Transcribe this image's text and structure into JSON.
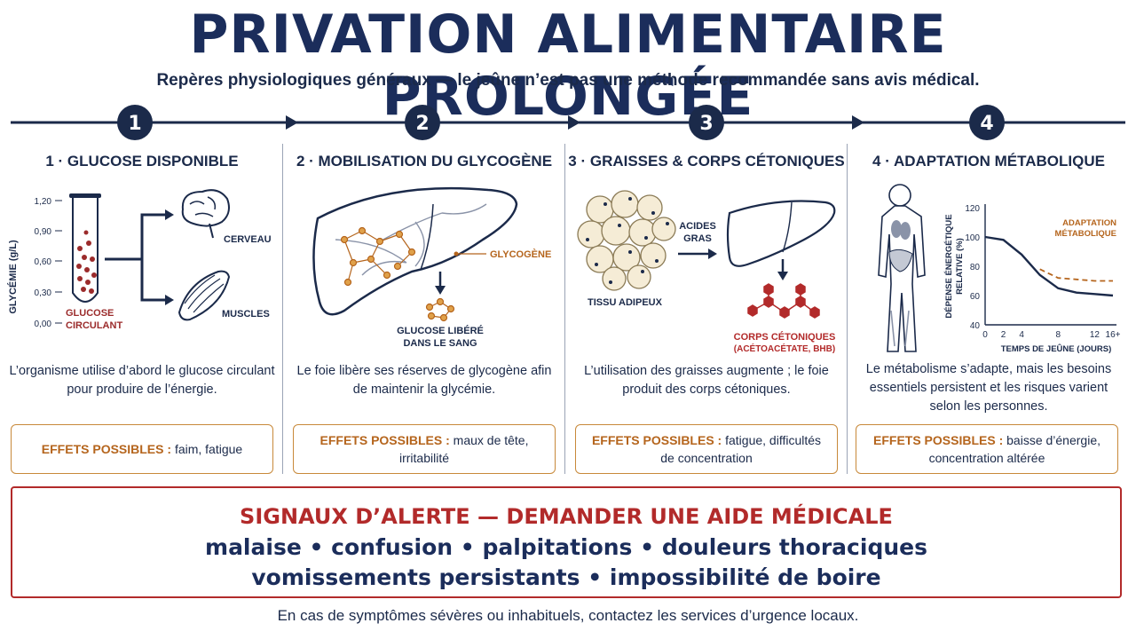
{
  "header": {
    "title": "PRIVATION ALIMENTAIRE PROLONGÉE",
    "subtitle": "Repères physiologiques généraux — le jeûne n’est pas une méthode recommandée sans avis médical."
  },
  "steps": [
    {
      "number": "1",
      "title": "1 · GLUCOSE DISPONIBLE",
      "description": "L’organisme utilise d’abord le glucose circulant pour produire de l’énergie.",
      "effects_label": "EFFETS POSSIBLES :",
      "effects_text": "faim, fatigue",
      "illustration": {
        "axis_label": "GLYCÉMIE (g/L)",
        "ticks": [
          "1,20",
          "0,90",
          "0,60",
          "0,30",
          "0,00"
        ],
        "tube_label_1": "GLUCOSE",
        "tube_label_2": "CIRCULANT",
        "target_1": "CERVEAU",
        "target_2": "MUSCLES"
      }
    },
    {
      "number": "2",
      "title": "2 · MOBILISATION DU GLYCOGÈNE",
      "description": "Le foie libère ses réserves de glycogène afin de maintenir la glycémie.",
      "effects_label": "EFFETS POSSIBLES :",
      "effects_text": "maux de tête, irritabilité",
      "illustration": {
        "glycogen_label": "GLYCOGÈNE",
        "release_label_1": "GLUCOSE LIBÉRÉ",
        "release_label_2": "DANS LE SANG"
      }
    },
    {
      "number": "3",
      "title": "3 · GRAISSES & CORPS CÉTONIQUES",
      "description": "L’utilisation des graisses augmente ; le foie produit des corps cétoniques.",
      "effects_label": "EFFETS POSSIBLES :",
      "effects_text": "fatigue, difficultés de concentration",
      "illustration": {
        "tissue_label": "TISSU ADIPEUX",
        "acids_label_1": "ACIDES",
        "acids_label_2": "GRAS",
        "ketone_label_1": "CORPS CÉTONIQUES",
        "ketone_label_2": "(ACÉTOACÉTATE, BHB)"
      }
    },
    {
      "number": "4",
      "title": "4 · ADAPTATION MÉTABOLIQUE",
      "description": "Le métabolisme s’adapte, mais les besoins essentiels persistent et les risques varient selon les personnes.",
      "effects_label": "EFFETS POSSIBLES :",
      "effects_text": "baisse d’énergie, concentration altérée"
    }
  ],
  "chart_data": {
    "type": "line",
    "ylabel": "DÉPENSE ÉNERGÉTIQUE RELATIVE (%)",
    "xlabel": "TEMPS DE JEÛNE (JOURS)",
    "x_ticks": [
      "0",
      "2",
      "4",
      "8",
      "12",
      "16+"
    ],
    "y_ticks": [
      "120",
      "100",
      "80",
      "60",
      "40"
    ],
    "ylim": [
      40,
      120
    ],
    "series": [
      {
        "style": "solid",
        "color": "#1b2a4a",
        "values": [
          100,
          98,
          88,
          74,
          65,
          62,
          61,
          60
        ]
      },
      {
        "name": "ADAPTATION MÉTABOLIQUE",
        "style": "dashed",
        "color": "#b5651d",
        "values": [
          null,
          null,
          null,
          78,
          72,
          71,
          70,
          70
        ]
      }
    ],
    "annotation_1": "ADAPTATION",
    "annotation_2": "MÉTABOLIQUE"
  },
  "alert": {
    "title": "SIGNAUX D’ALERTE — DEMANDER UNE AIDE MÉDICALE",
    "line1": "malaise • confusion • palpitations • douleurs thoraciques",
    "line2": "vomissements persistants • impossibilité de boire"
  },
  "footer": "En cas de symptômes sévères ou inhabituels, contactez les services d’urgence locaux.",
  "colors": {
    "navy": "#1b2a4a",
    "title_navy": "#1b2d5b",
    "alert_red": "#b22a2a",
    "accent_orange": "#b5651d",
    "blood_red": "#9b2b2b"
  }
}
